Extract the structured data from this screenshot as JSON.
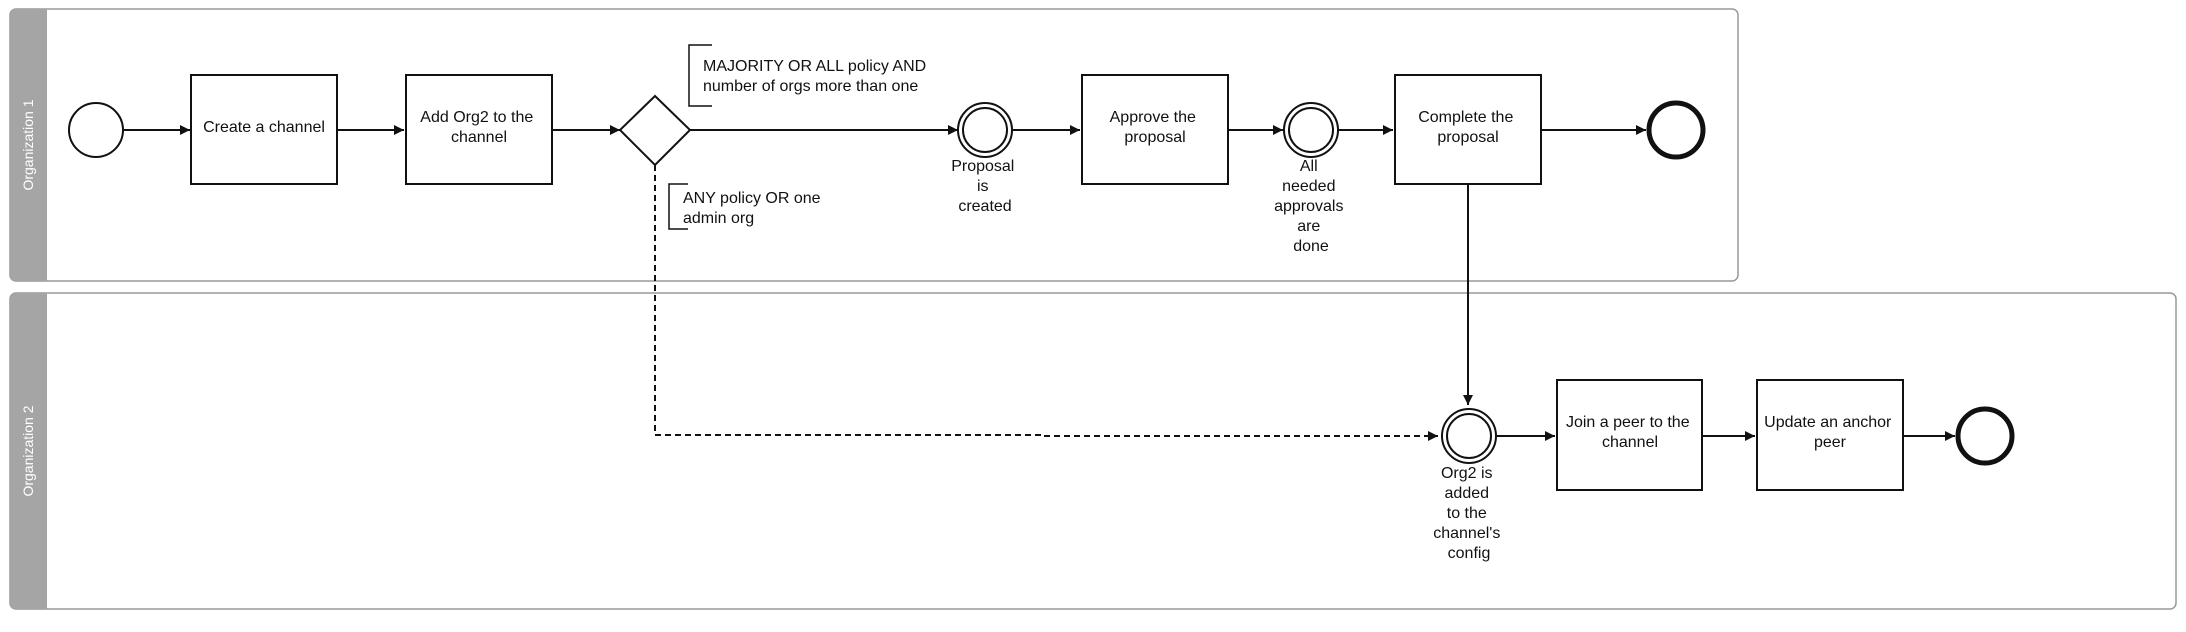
{
  "lanes": [
    {
      "id": "org1",
      "title": "Organization 1"
    },
    {
      "id": "org2",
      "title": "Organization 2"
    }
  ],
  "tasks": {
    "create_channel": [
      "Create a channel"
    ],
    "add_org2": [
      "Add Org2 to the",
      "channel"
    ],
    "approve": [
      "Approve the",
      "proposal"
    ],
    "complete": [
      "Complete the",
      "proposal"
    ],
    "join_peer": [
      "Join a peer to the",
      "channel"
    ],
    "update_anchor": [
      "Update an anchor",
      "peer"
    ]
  },
  "events": {
    "proposal_created": [
      "Proposal",
      "is",
      "created"
    ],
    "approvals_done": [
      "All",
      "needed",
      "approvals",
      "are",
      "done"
    ],
    "org2_added": [
      "Org2 is",
      "added",
      "to the",
      "channel's",
      "config"
    ]
  },
  "annotations": {
    "majority": [
      "MAJORITY OR ALL policy AND",
      "number of orgs more than one"
    ],
    "any": [
      "ANY policy OR one",
      "admin org"
    ]
  },
  "colors": {
    "lane_header": "#a5a5a5",
    "lane_border": "#999999",
    "stroke": "#111111"
  }
}
